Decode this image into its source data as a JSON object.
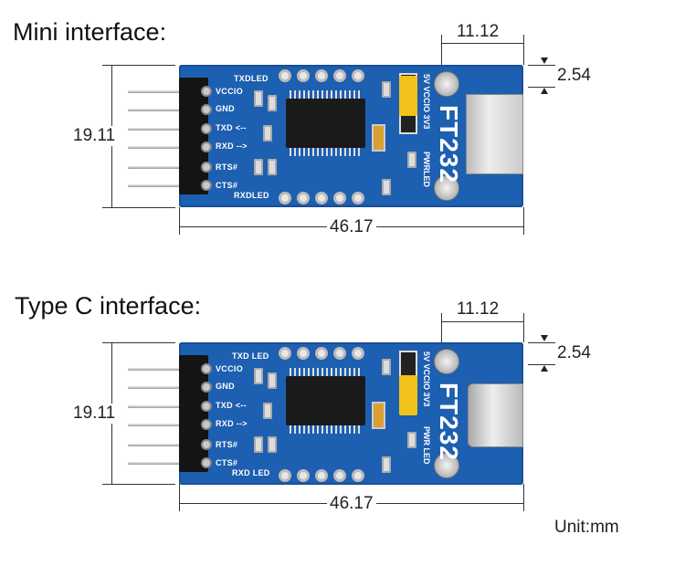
{
  "sections": [
    {
      "title": "Mini interface:",
      "pin_labels": [
        "VCCIO",
        "GND",
        "TXD <--",
        "RXD -->",
        "RTS#",
        "CTS#"
      ],
      "txd_led": "TXDLED",
      "rxd_led": "RXDLED",
      "jumper_label": "5V VCCIO 3V3",
      "pwr_led": "PWRLED",
      "chip_name": "FT232",
      "connector": "mini-usb",
      "dims": {
        "height": "19.11",
        "length": "46.17",
        "connector_offset": "11.12",
        "pitch": "2.54"
      }
    },
    {
      "title": "Type C interface:",
      "pin_labels": [
        "VCCIO",
        "GND",
        "TXD <--",
        "RXD -->",
        "RTS#",
        "CTS#"
      ],
      "txd_led": "TXD LED",
      "rxd_led": "RXD LED",
      "jumper_label": "5V VCCIO 3V3",
      "pwr_led": "PWR LED",
      "chip_name": "FT232",
      "connector": "usb-c",
      "dims": {
        "height": "19.11",
        "length": "46.17",
        "connector_offset": "11.12",
        "pitch": "2.54"
      }
    }
  ],
  "unit": "Unit:mm",
  "colors": {
    "pcb": "#1d5fb0",
    "jumper": "#f2c21b"
  }
}
